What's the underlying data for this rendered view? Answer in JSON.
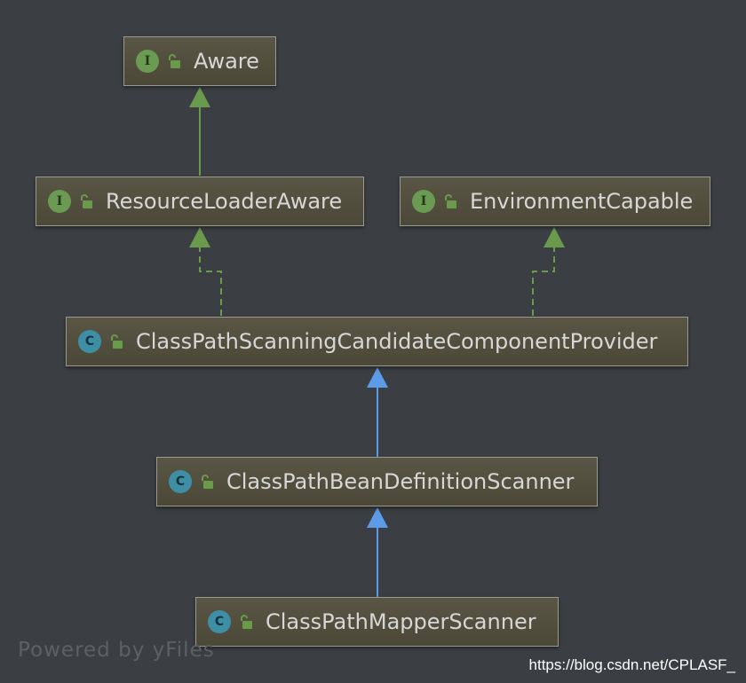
{
  "nodes": [
    {
      "id": "aware",
      "kind": "I",
      "name": "Aware"
    },
    {
      "id": "rla",
      "kind": "I",
      "name": "ResourceLoaderAware"
    },
    {
      "id": "ec",
      "kind": "I",
      "name": "EnvironmentCapable"
    },
    {
      "id": "cpscp",
      "kind": "C",
      "name": "ClassPathScanningCandidateComponentProvider"
    },
    {
      "id": "cpbds",
      "kind": "C",
      "name": "ClassPathBeanDefinitionScanner"
    },
    {
      "id": "cpms",
      "kind": "C",
      "name": "ClassPathMapperScanner"
    }
  ],
  "footer": "Powered by yFiles",
  "watermark": "https://blog.csdn.net/CPLASF_",
  "colors": {
    "interface_edge": "#6a9b4c",
    "class_edge": "#5b9be8",
    "interface_badge": "#6b9a53",
    "class_badge": "#3e8fa6"
  }
}
